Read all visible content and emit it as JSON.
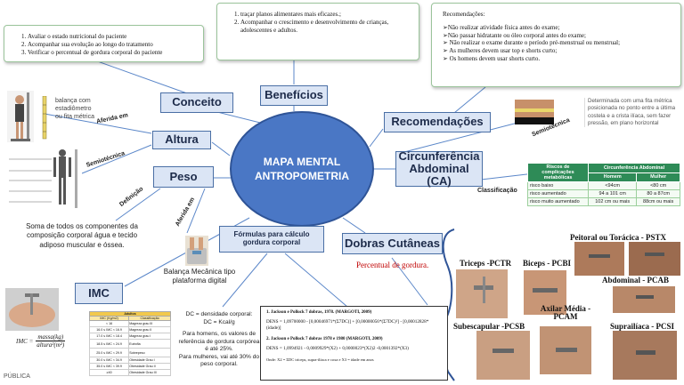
{
  "title": {
    "line1": "MAPA MENTAL",
    "line2": "ANTROPOMETRIA"
  },
  "topics": {
    "conceito": "Conceito",
    "beneficios": "Benefícios",
    "recomendacoes": "Recomendações",
    "altura": "Altura",
    "peso": "Peso",
    "circunferencia": "Circunferência Abdominal (CA)",
    "formulas": "Fórmulas para cálculo gordura corporal",
    "dobras": "Dobras Cutâneas",
    "imc": "IMC"
  },
  "conceito_note": [
    "Avaliar o estado nutricional do paciente",
    "Acompanhar sua evolução ao longo do tratamento",
    "Verificar o percentual de gordura corporal do paciente"
  ],
  "beneficios_note": [
    "traçar planos alimentares mais eficazes.;",
    "Acompanhar o crescimento e desenvolvimento de crianças, adolescentes e adultos."
  ],
  "recomendacoes_note": {
    "title": "Recomendações:",
    "items": [
      "➢Não realizar atividade física antes do exame;",
      "➢Não passar hidratante ou óleo corporal antes do exame;",
      "➢ Não realizar o exame durante o período pré-menstrual ou menstrual;",
      "➢ As mulheres devem usar  top e shorts curto;",
      "➢ Os homens devem usar shorts curto."
    ]
  },
  "edge_labels": {
    "aferida_em_altura": "Aferida em",
    "semiotecnica_altura": "Semiotécnica",
    "definicao_peso": "Definição",
    "aferida_em_peso": "Aferida em",
    "semiotecnica_ca": "Semiotécnica",
    "classificacao_ca": "Classificação"
  },
  "altura_caption": "balança com estadiômetro ou fita métrica",
  "peso_definition": "Soma de todos os componentes da composição corporal água e tecido adiposo muscular e óssea.",
  "peso_device": "Balança Mecânica tipo plataforma digital",
  "ca_note": "Determinada com uma fita métrica posicionada no ponto entre a última costela e a crista ilíaca, sem fazer pressão, em plano horizontal",
  "risk_table": {
    "headers": [
      "Riscos de complicações metabólicas",
      "Circunferência Abdominal",
      "Homem",
      "Mulher"
    ],
    "rows": [
      [
        "risco baixo",
        "<94cm",
        "<80 cm"
      ],
      [
        "risco aumentado",
        "94 a 101 cm",
        "80 a 87cm"
      ],
      [
        "risco muito aumentado",
        "102 cm ou mais",
        "88cm ou mais"
      ]
    ]
  },
  "dobras_subtitle": "Percentual de gordura.",
  "dc_text": {
    "line1": "DC = densidade corporal:",
    "line2": "DC = Kcal/g",
    "line3": "Para homens, os valores de referência de gordura corpórea é até 25%.",
    "line4": "Para mulheres, vai até 30% do peso corporal."
  },
  "formulas": {
    "h1": "1.    Jackson e Pollock 7 dobras, 1978. (MARGOTI, 2009)",
    "f1": "DENS  =  1,09700000 - [0,00046971*(Σ7DC)] + [0,00000056*(Σ7DC)²] - [0,00012828*(idade)]",
    "h2": "2.    Jackson e Pollock 7 dobras 1978 e 1980 (MARGOTI, 2009)",
    "f2": "DENS  =  1,0994921 - 0,0009929*(X2) + 0,0000023*(X2)2 -0,0001392*(X3)",
    "foot": "Onde: X2 = ΣDC tríceps, supra-ilíaca e coxa e X3 = idade em anos"
  },
  "imc_formula": {
    "lhs": "IMC =",
    "num": "massa(kg)",
    "den": "altura²(m²)"
  },
  "imc_table": {
    "header": "Adultos",
    "cols": [
      "IMC (Kg/m2)",
      "Classificação"
    ],
    "rows": [
      [
        "< 16",
        "Magreza grau III"
      ],
      [
        "16.0 ≤ IMC < 16.9",
        "Magreza grau II"
      ],
      [
        "17.0 ≤ IMC < 18.4",
        "Magreza grau I"
      ],
      [
        "18.5 ≤ IMC < 24.9",
        "Eutrofia"
      ],
      [
        "25.0 ≤ IMC < 29.9",
        "Sobrepeso"
      ],
      [
        "30.0 ≤ IMC < 34.9",
        "Obesidade Grau I"
      ],
      [
        "35.0 ≤ IMC < 39.9",
        "Obesidade Grau II"
      ],
      [
        "≥40",
        "Obesidade Grau III"
      ]
    ]
  },
  "dobras_sites": {
    "triceps": "Triceps -PCTR",
    "biceps": "Biceps - PCBI",
    "peitoral": "Peitoral ou Torácica - PSTX",
    "abdominal": "Abdominal - PCAB",
    "axilar": "Axilar Média - PCAM",
    "subescapular": "Subescapular -PCSB",
    "suprailiaca": "Suprailíaca - PCSI"
  },
  "footer": "PÚBLICA",
  "colors": {
    "center": "#4a77c5",
    "topic_fill": "#dbe5f5",
    "topic_border": "#4a6fa5",
    "line": "#5b87c9",
    "table_header": "#2e8b57",
    "dobras_subtitle": "#c00000"
  }
}
